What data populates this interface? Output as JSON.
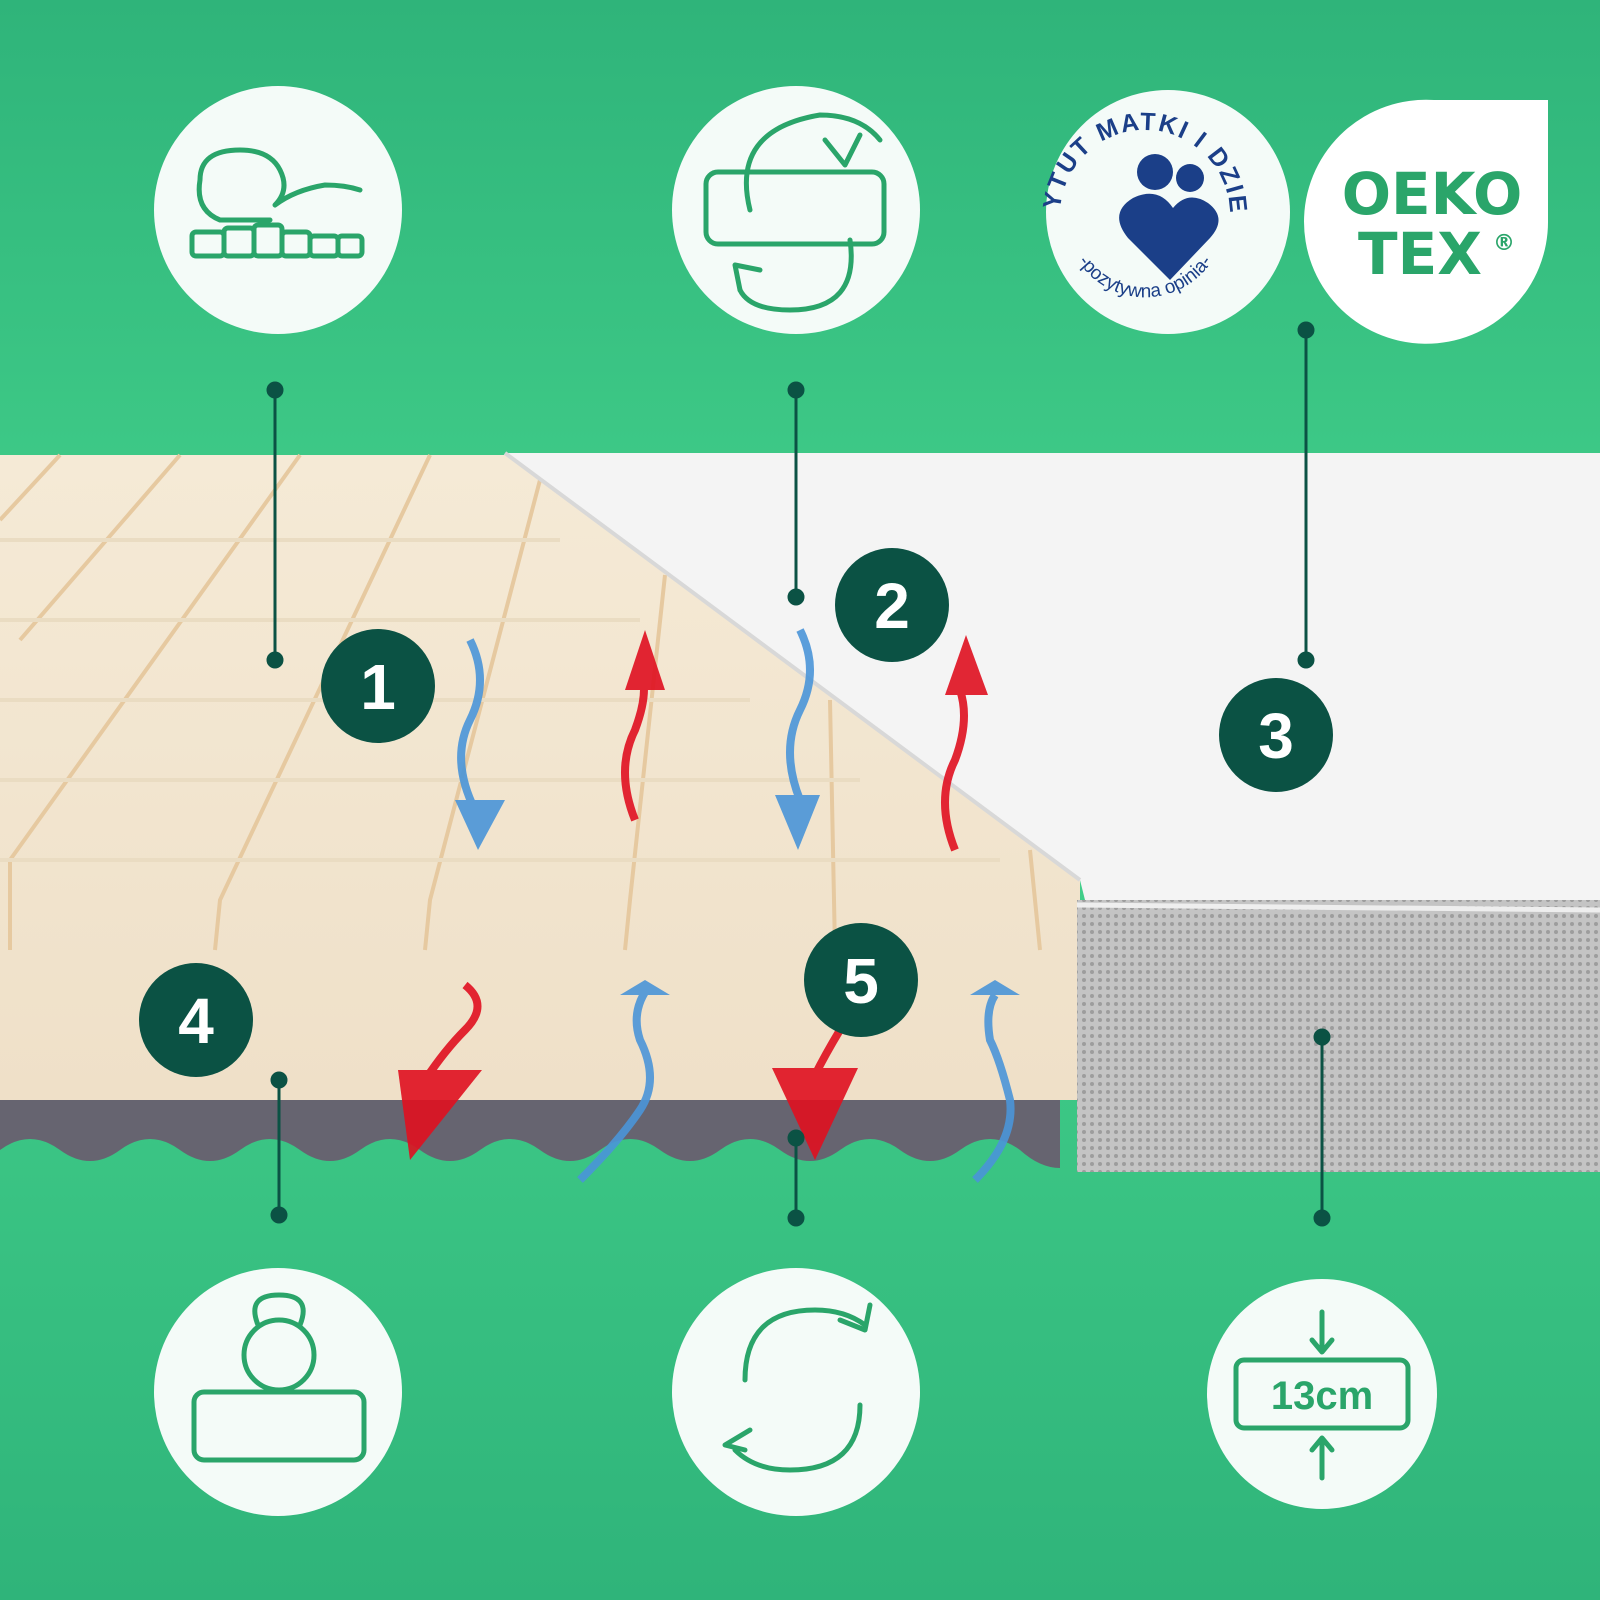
{
  "badges": [
    "1",
    "2",
    "3",
    "4",
    "5"
  ],
  "certifications": {
    "seal": {
      "top_text": "INSTYTUT MATKI I DZIECKA",
      "bottom_text": "-pozytywna opinia-"
    },
    "oeko_tex": {
      "line1": "OEKO",
      "line2": "TEX",
      "mark": "®"
    }
  },
  "icons": {
    "top": [
      "baby-on-mattress-icon",
      "flip-mattress-icon"
    ],
    "bottom": [
      "weight-on-mattress-icon",
      "rotate-arrows-icon",
      "height-icon"
    ]
  },
  "height_label": "13cm",
  "colors": {
    "bg_top": "#2fb47a",
    "bg_mid": "#45d48d",
    "badge": "#0b5244",
    "icon": "#2aa56a",
    "foam": "#f3e6d0",
    "base": "#666470",
    "cover_side": "#bdbdbd",
    "hot": "#e01020",
    "cold": "#4a95d8"
  }
}
